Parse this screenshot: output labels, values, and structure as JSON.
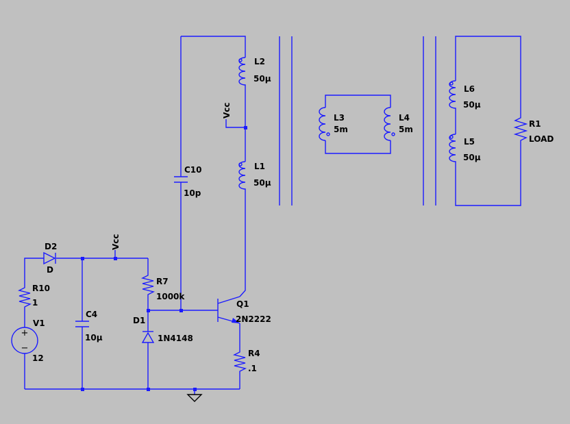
{
  "components": {
    "L2": {
      "ref": "L2",
      "value": "50µ"
    },
    "L1": {
      "ref": "L1",
      "value": "50µ"
    },
    "L3": {
      "ref": "L3",
      "value": "5m"
    },
    "L4": {
      "ref": "L4",
      "value": "5m"
    },
    "L6": {
      "ref": "L6",
      "value": "50µ"
    },
    "L5": {
      "ref": "L5",
      "value": "50µ"
    },
    "R1": {
      "ref": "R1",
      "value": "LOAD"
    },
    "C10": {
      "ref": "C10",
      "value": "10p"
    },
    "D2": {
      "ref": "D2",
      "value": "D"
    },
    "R10": {
      "ref": "R10",
      "value": "1"
    },
    "V1": {
      "ref": "V1",
      "value": "12"
    },
    "C4": {
      "ref": "C4",
      "value": "10µ"
    },
    "R7": {
      "ref": "R7",
      "value": "1000k"
    },
    "D1": {
      "ref": "D1",
      "value": "1N4148"
    },
    "Q1": {
      "ref": "Q1",
      "value": "2N2222"
    },
    "R4": {
      "ref": "R4",
      "value": ".1"
    }
  },
  "net_labels": {
    "vcc_top": "Vcc",
    "vcc_left": "Vcc"
  },
  "v1_symbols": {
    "plus": "+",
    "minus": "−"
  }
}
